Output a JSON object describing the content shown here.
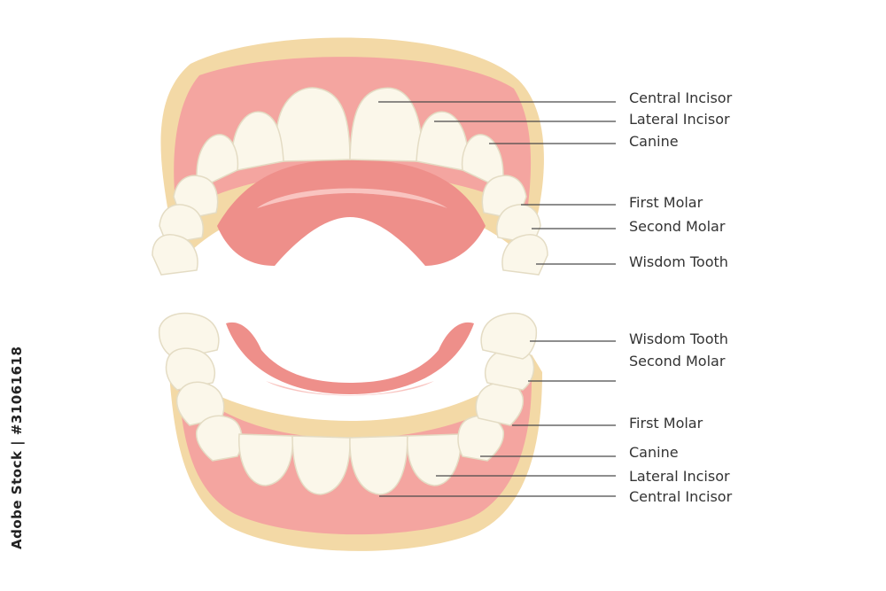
{
  "upper_jaw": {
    "labels": [
      "Central Incisor",
      "Lateral Incisor",
      "Canine",
      "First Molar",
      "Second Molar",
      "Wisdom Tooth"
    ]
  },
  "lower_jaw": {
    "labels": [
      "Wisdom Tooth",
      "Second Molar",
      "First Molar",
      "Canine",
      "Lateral Incisor",
      "Central Incisor"
    ]
  },
  "watermark_id": "Adobe Stock | #31061618",
  "colors": {
    "base": "#f3d9a6",
    "gum": "#f4a5a0",
    "gum_dark": "#e9837e",
    "tooth": "#fbf7ea",
    "tooth_edge": "#e4dcc4"
  }
}
